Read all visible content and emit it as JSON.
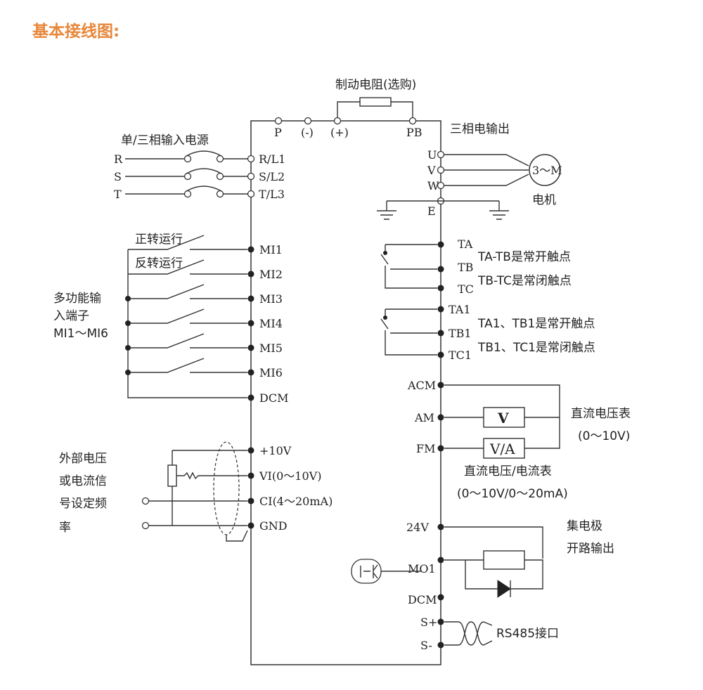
{
  "title": "基本接线图:",
  "brake": {
    "label": "制动电阻(选购)",
    "P": "P",
    "minus": "(-)",
    "plus": "(+)",
    "PB": "PB"
  },
  "power_in": {
    "label": "单/三相输入电源",
    "R": "R",
    "S": "S",
    "T": "T",
    "RL1": "R/L1",
    "SL2": "S/L2",
    "TL3": "T/L3"
  },
  "motor": {
    "out_label": "三相电输出",
    "U": "U",
    "V": "V",
    "W": "W",
    "E": "E",
    "symbol": "3～M",
    "name": "电机"
  },
  "inputs": {
    "forward": "正转运行",
    "reverse": "反转运行",
    "group": [
      "多功能输",
      "入端子",
      "MI1～MI6"
    ],
    "MI1": "MI1",
    "MI2": "MI2",
    "MI3": "MI3",
    "MI4": "MI4",
    "MI5": "MI5",
    "MI6": "MI6",
    "DCM": "DCM"
  },
  "analog": {
    "group": [
      "外部电压",
      "或电流信",
      "号设定频",
      "率"
    ],
    "p10v": "+10V",
    "vi": "VI(0～10V)",
    "ci": "CI(4～20mA)",
    "gnd": "GND"
  },
  "relay": {
    "TA": "TA",
    "TB": "TB",
    "TC": "TC",
    "TA1": "TA1",
    "TB1": "TB1",
    "TC1": "TC1",
    "note1": "TA-TB是常开触点",
    "note2": "TB-TC是常闭触点",
    "note3": "TA1、TB1是常开触点",
    "note4": "TB1、TC1是常闭触点"
  },
  "meters": {
    "ACM": "ACM",
    "AM": "AM",
    "FM": "FM",
    "V": "V",
    "VA": "V/A",
    "vmeter1": "直流电压表",
    "vmeter2": "(0～10V)",
    "vameter1": "直流电压/电流表",
    "vameter2": "(0～10V/0～20mA)"
  },
  "output": {
    "v24": "24V",
    "MO1": "MO1",
    "DCM": "DCM",
    "oc1": "集电极",
    "oc2": "开路输出"
  },
  "rs485": {
    "Splus": "S+",
    "Sminus": "S-",
    "label": "RS485接口"
  }
}
